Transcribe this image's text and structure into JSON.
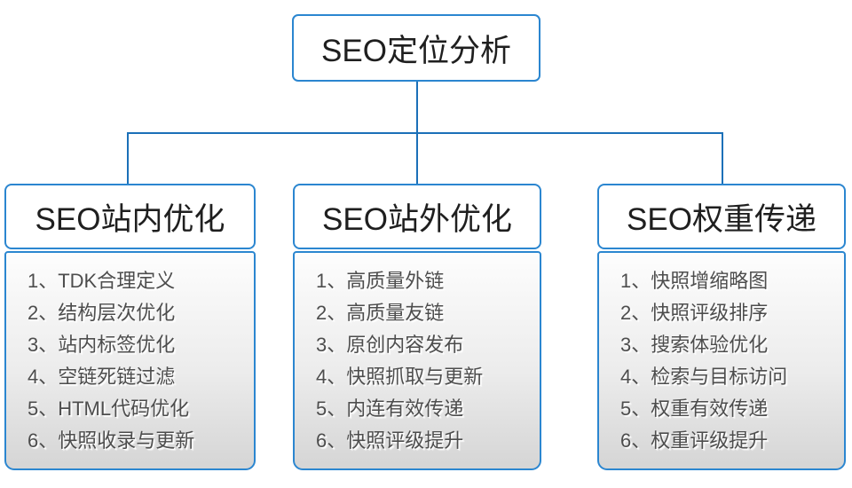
{
  "colors": {
    "connector": "#1b70b8",
    "box_border": "#2b86d0",
    "title_text": "#1f1f1f",
    "list_text": "#4d4d4d"
  },
  "root": {
    "title": "SEO定位分析"
  },
  "branches": [
    {
      "title": "SEO站内优化",
      "items": [
        "1、TDK合理定义",
        "2、结构层次优化",
        "3、站内标签优化",
        "4、空链死链过滤",
        "5、HTML代码优化",
        "6、快照收录与更新"
      ]
    },
    {
      "title": "SEO站外优化",
      "items": [
        "1、高质量外链",
        "2、高质量友链",
        "3、原创内容发布",
        "4、快照抓取与更新",
        "5、内连有效传递",
        "6、快照评级提升"
      ]
    },
    {
      "title": "SEO权重传递",
      "items": [
        "1、快照增缩略图",
        "2、快照评级排序",
        "3、搜索体验优化",
        "4、检索与目标访问",
        "5、权重有效传递",
        "6、权重评级提升"
      ]
    }
  ]
}
